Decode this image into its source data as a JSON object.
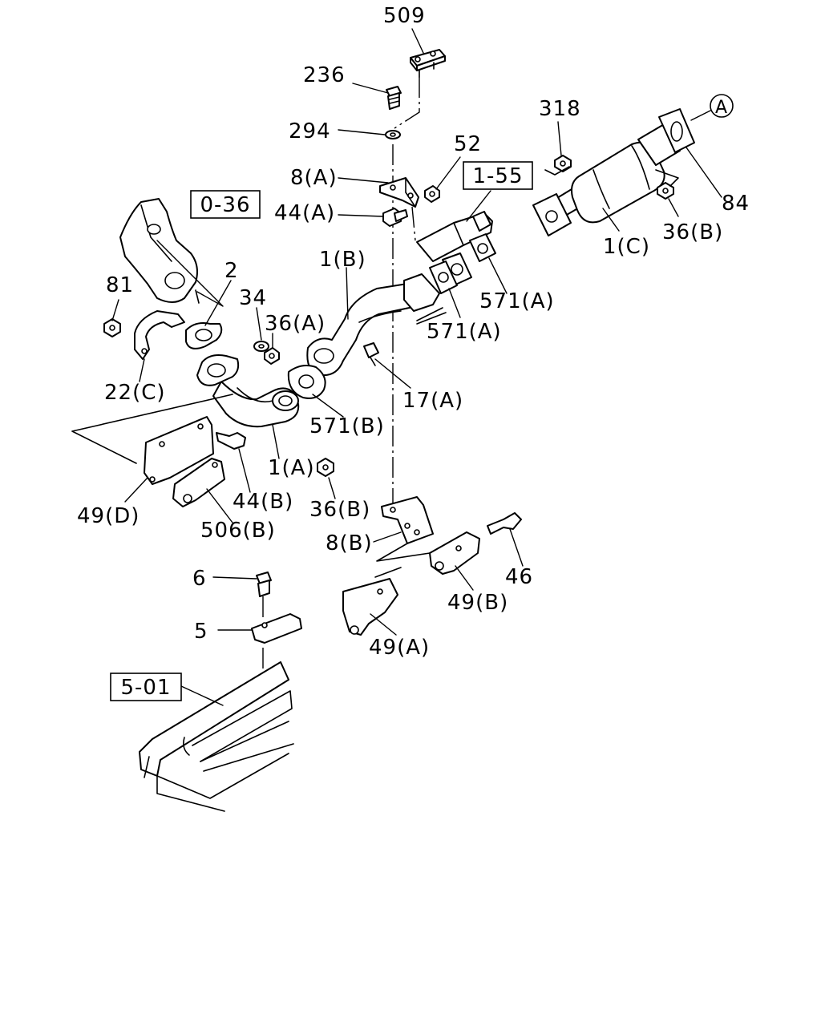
{
  "diagram": {
    "refs": {
      "r036": "0-36",
      "r155": "1-55",
      "r501": "5-01"
    },
    "circle_a": "A",
    "labels": {
      "l509": "509",
      "l236": "236",
      "l294": "294",
      "l318": "318",
      "l52": "52",
      "l8a": "8(A)",
      "l44a": "44(A)",
      "l84": "84",
      "l36b_top": "36(B)",
      "l1c": "1(C)",
      "l571a_right": "571(A)",
      "l571a_mid": "571(A)",
      "l1b": "1(B)",
      "l2": "2",
      "l34": "34",
      "l36a": "36(A)",
      "l81": "81",
      "l22c": "22(C)",
      "l17a": "17(A)",
      "l571b": "571(B)",
      "l1a": "1(A)",
      "l44b": "44(B)",
      "l36b_low": "36(B)",
      "l49d": "49(D)",
      "l506b": "506(B)",
      "l8b": "8(B)",
      "l46": "46",
      "l49b": "49(B)",
      "l49a": "49(A)",
      "l6": "6",
      "l5": "5"
    }
  }
}
